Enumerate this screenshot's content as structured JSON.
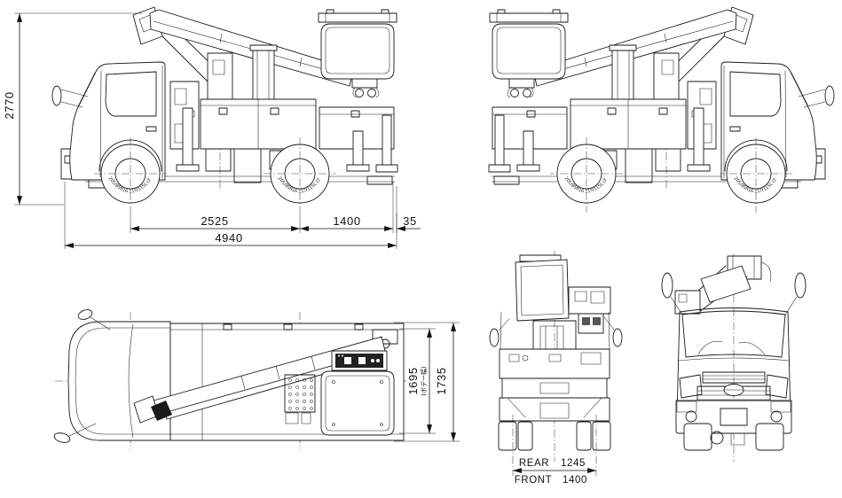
{
  "colors": {
    "ink": "#1a1a1a",
    "paper": "#ffffff"
  },
  "side_view": {
    "overall_height": "2770",
    "wheelbase": "2525",
    "rear_axle_to_tail": "1400",
    "tail_overhang": "35",
    "overall_length": "4940",
    "tire_spec": "205/85R16 117/115L LT"
  },
  "plan_view": {
    "body_width": "1695",
    "body_width_note": "(ボデー幅)",
    "overall_width": "1735"
  },
  "end_view": {
    "rear_label": "REAR",
    "rear_track": "1245",
    "front_label": "FRONT",
    "front_track": "1400"
  }
}
